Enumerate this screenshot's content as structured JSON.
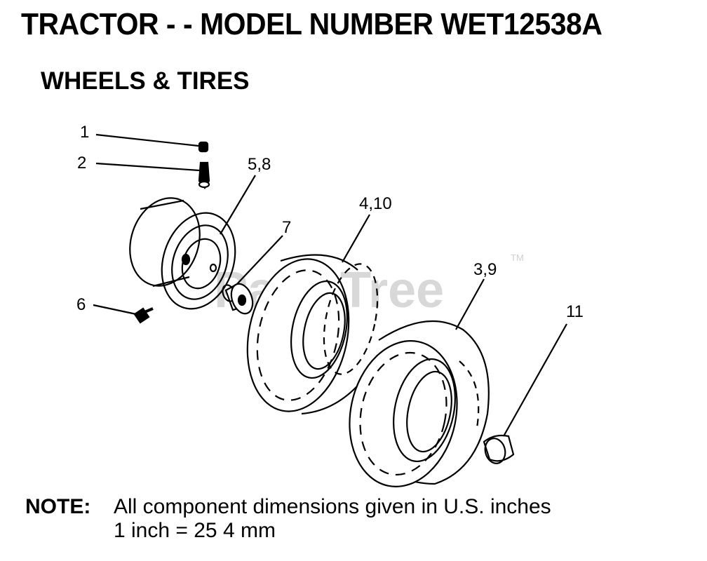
{
  "header": {
    "title": "TRACTOR - - MODEL NUMBER WET12538A",
    "subtitle": "WHEELS & TIRES"
  },
  "watermark": {
    "text": "PartsTree",
    "tm": "TM"
  },
  "callouts": {
    "c1": "1",
    "c2": "2",
    "c58": "5,8",
    "c7": "7",
    "c410": "4,10",
    "c39": "3,9",
    "c6": "6",
    "c11": "11"
  },
  "note": {
    "label": "NOTE:",
    "line1": "All component dimensions given in U.S. inches",
    "line2": "1 inch = 25 4 mm"
  }
}
